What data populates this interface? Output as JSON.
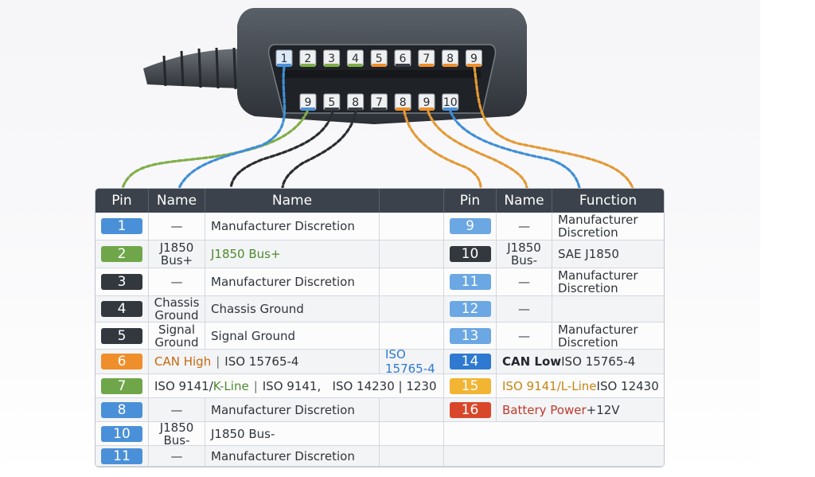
{
  "connector": {
    "top_row_pins": [
      "1",
      "2",
      "3",
      "4",
      "5",
      "6",
      "7",
      "8",
      "9"
    ],
    "bottom_row_pins": [
      "9",
      "5",
      "8",
      "7",
      "8",
      "9",
      "10"
    ]
  },
  "table": {
    "headers": [
      "Pin",
      "Name",
      "Name",
      "Pin",
      "Name",
      "Function"
    ],
    "left_rows": [
      {
        "pin": "1",
        "color": "#4a90d9",
        "name": "—",
        "desc": "Manufacturer Discretion"
      },
      {
        "pin": "2",
        "color": "#6fa64a",
        "name": "J1850 Bus+",
        "desc": "J1850 Bus+"
      },
      {
        "pin": "3",
        "color": "#33383f",
        "name": "—",
        "desc": "Manufacturer Discretion"
      },
      {
        "pin": "4",
        "color": "#33383f",
        "name": "Chassis Ground",
        "desc": "Chassis Ground"
      },
      {
        "pin": "5",
        "color": "#33383f",
        "name": "Signal Ground",
        "desc": "Signal Ground"
      },
      {
        "pin": "6",
        "color": "#ef8f2b",
        "name": "CAN High",
        "desc": "ISO 15765-4",
        "desc2": "ISO 15765-4"
      },
      {
        "pin": "7",
        "color": "#6fa64a",
        "name_a": "ISO 9141/",
        "name_b": "K-Line",
        "desc": "ISO 9141,",
        "desc2": "ISO 14230 | 1230"
      },
      {
        "pin": "8",
        "color": "#4a90d9",
        "name": "—",
        "desc": "Manufacturer Discretion"
      },
      {
        "pin": "10",
        "color": "#4a90d9",
        "name": "J1850 Bus-",
        "desc": "J1850 Bus-"
      },
      {
        "pin": "11",
        "color": "#4a90d9",
        "name": "—",
        "desc": "Manufacturer Discretion"
      }
    ],
    "right_rows": [
      {
        "pin": "9",
        "color": "#6aa7e3",
        "name": "—",
        "func": "Manufacturer Discretion"
      },
      {
        "pin": "10",
        "color": "#33383f",
        "name": "J1850 Bus-",
        "func": "SAE J1850"
      },
      {
        "pin": "11",
        "color": "#6aa7e3",
        "name": "—",
        "func": "Manufacturer Discretion"
      },
      {
        "pin": "12",
        "color": "#6aa7e3",
        "name": "—"
      },
      {
        "pin": "13",
        "color": "#6aa7e3",
        "name": "—",
        "func": "Manufacturer Discretion"
      },
      {
        "pin": "14",
        "color": "#2f7ad0",
        "name": "CAN Low",
        "func": "ISO 15765-4"
      },
      {
        "pin": "15",
        "color": "#f2b433",
        "name": "ISO 9141/L-Line",
        "func": "ISO 12430"
      },
      {
        "pin": "16",
        "color": "#d9472b",
        "name": "Battery Power",
        "func": "+12V"
      }
    ]
  }
}
